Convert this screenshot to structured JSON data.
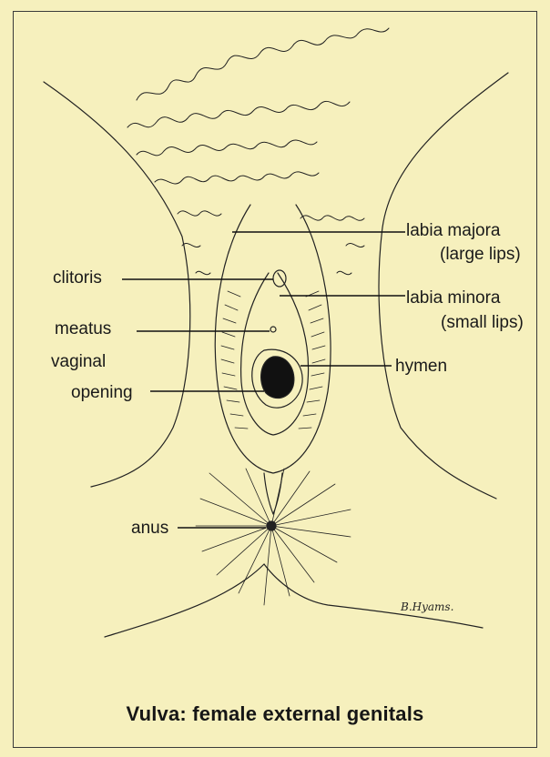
{
  "labels": {
    "labia_majora": "labia majora",
    "large_lips": "(large lips)",
    "clitoris": "clitoris",
    "labia_minora": "labia minora",
    "small_lips": "(small lips)",
    "meatus": "meatus",
    "vaginal": "vaginal",
    "opening": "opening",
    "hymen": "hymen",
    "anus": "anus"
  },
  "signature": "B.Hyams.",
  "caption": "Vulva: female external genitals",
  "colors": {
    "background": "#f6f0bd",
    "ink": "#1a1a1a"
  }
}
